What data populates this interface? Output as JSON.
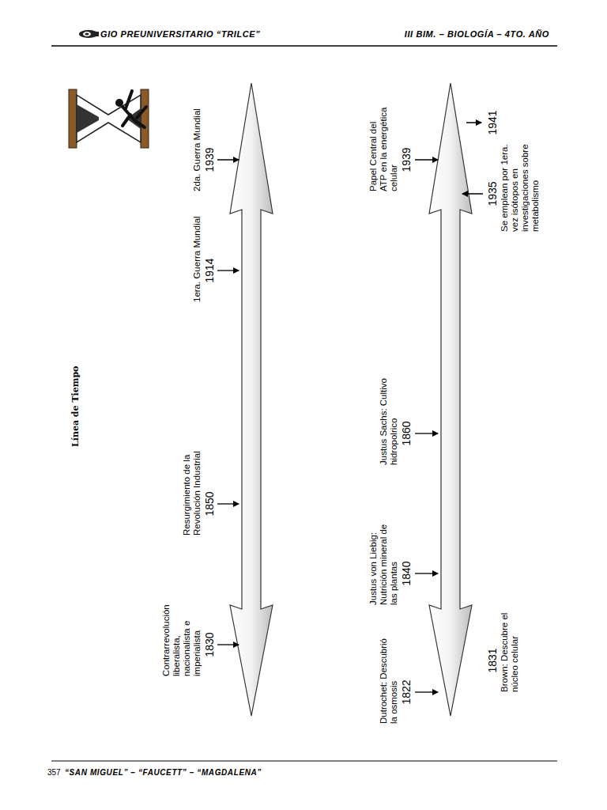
{
  "diagram": {
    "title": "Línea de Tiempo",
    "labels": [
      "GIO PREUNIVERSITARIO “TRILCE”",
      "III BIM. – BIOLOGÍA – 4TO. AÑO",
      "Contrarrevolución liberalista, nacionalista e imperialista",
      "1830",
      "Resurgimiento de la Revolución Industrial",
      "1850",
      "1era. Guerra Mundial",
      "1914",
      "2da. Guerra Mundial",
      "1939",
      "Dutrochet: Descubrió la osmosis",
      "1822",
      "1831",
      "Brown: Descubre el núcleo celular",
      "Justus von Liebig: Nutrición mineral de las plantas",
      "1840",
      "Justus Sachs: Cultivo hidropolrico",
      "1860",
      "Papel Central del ATP en la energética celular",
      "1939",
      "1935",
      "Se emplean por 1era. vez isótopos en investigaciones sobre metabolismo",
      "1941",
      "357",
      "“SAN MIGUEL” – “FAUCETT” – “MAGDALENA”"
    ]
  }
}
